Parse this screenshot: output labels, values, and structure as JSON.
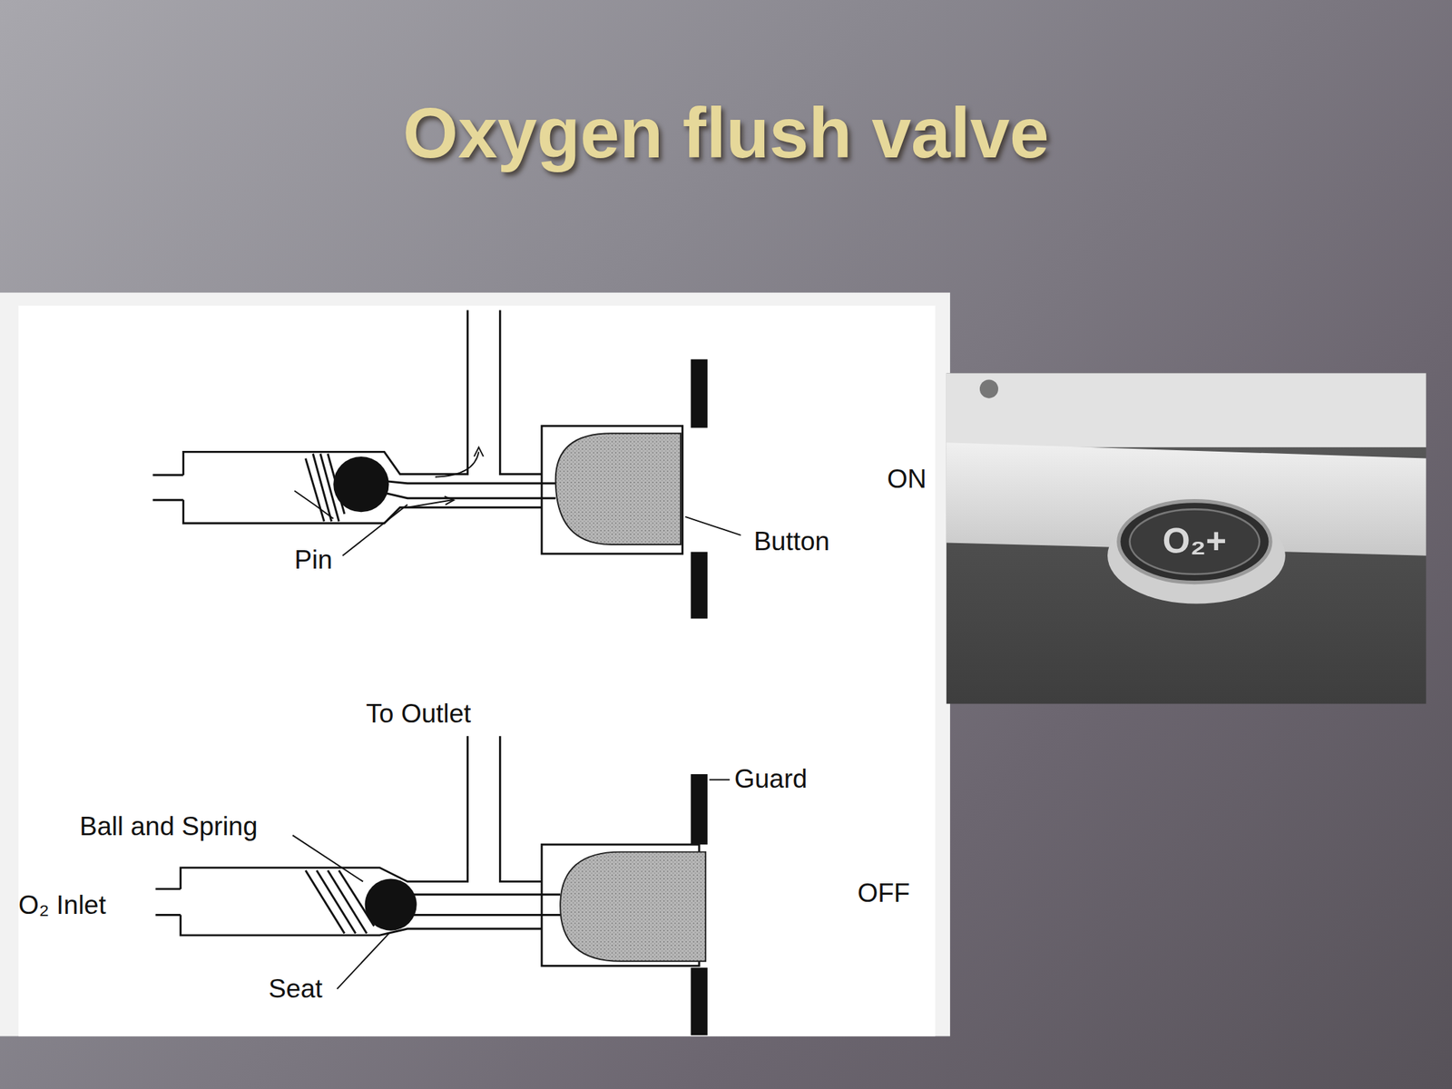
{
  "diagram": {
    "title": "Oxygen flush valve",
    "labels": [
      "ON",
      "Button",
      "Pin",
      "To Outlet",
      "Guard",
      "Ball and Spring",
      "O₂ Inlet",
      "Seat",
      "OFF",
      "O₂+"
    ]
  }
}
